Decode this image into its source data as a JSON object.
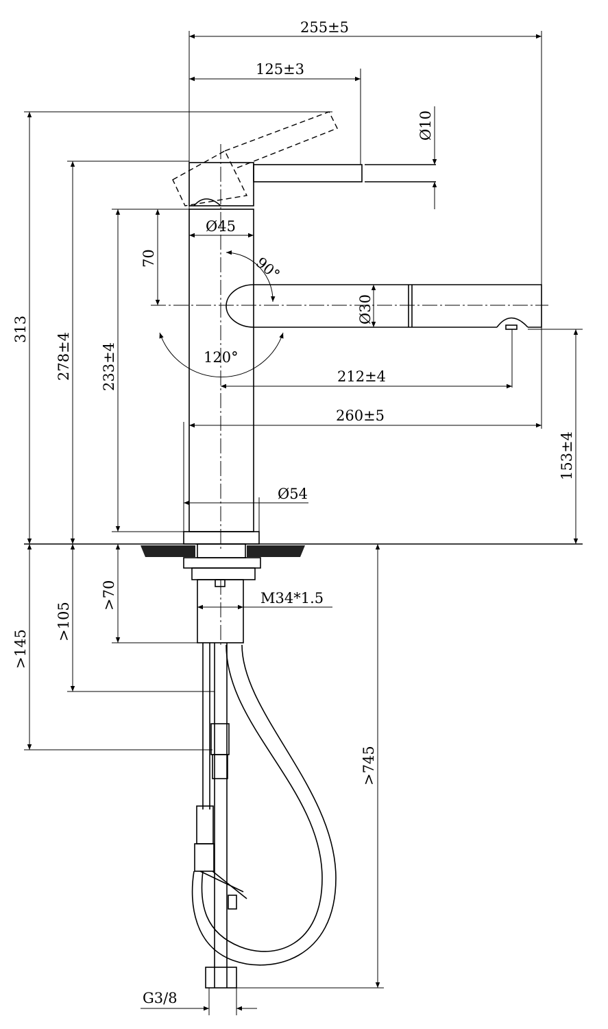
{
  "title": "Kitchen faucet dimension drawing",
  "dimensions": {
    "overall_reach": "255±5",
    "handle_reach": "125±3",
    "lever_dia": "Ø10",
    "body_dia": "Ø45",
    "spout_height_offset": "70",
    "handle_angle": "90°",
    "spout_dia": "Ø30",
    "swivel_angle": "120°",
    "aerator_reach": "212±4",
    "spout_reach": "260±5",
    "base_dia": "Ø54",
    "outlet_height": "153±4",
    "total_height": "313",
    "body_height": "278±4",
    "spout_height": "233±4",
    "shank_min": ">70",
    "mount_min": ">105",
    "clearance_min": ">145",
    "thread": "M34*1.5",
    "hose_length": ">745",
    "connection": "G3/8"
  }
}
